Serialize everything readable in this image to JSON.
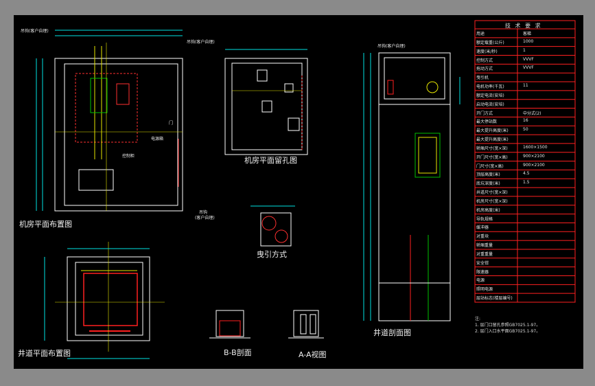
{
  "colors": {
    "background": "#000000",
    "frame": "#8a8a8a",
    "wall": "#ffffff",
    "dimension": "#00e5e5",
    "machine": "#e8e800",
    "hole": "#ff3030",
    "car": "#ff2020",
    "guide": "#00c000"
  },
  "titles": {
    "machine_room_layout": "机房平面布置图",
    "machine_room_holes": "机房平面留孔图",
    "hoistway_plan": "井道平面布置图",
    "hoistway_section": "井道剖面图",
    "traction_method": "曳引方式",
    "section_bb": "B-B剖面",
    "view_aa": "A-A视图"
  },
  "small_labels": {
    "hook1": "吊钩(客户自理)",
    "hook2": "吊钩(客户自理)",
    "door": "门",
    "controller": "控制柜",
    "switch": "电源箱",
    "hook3": "吊钩",
    "anchor": "(客户自理)",
    "hook_label_right": "吊钩(客户自理)"
  },
  "tech_table": {
    "title": "技 术 要 求",
    "rows": [
      {
        "label": "用途",
        "value": "客梯"
      },
      {
        "label": "额定载重(公斤)",
        "value": "1000"
      },
      {
        "label": "速度(米/秒)",
        "value": "1"
      },
      {
        "label": "控制方式",
        "value": "VVVF"
      },
      {
        "label": "拖动方式",
        "value": "VVVF"
      },
      {
        "label": "曳引机",
        "value": ""
      },
      {
        "label": "电机功率(千瓦)",
        "value": "11"
      },
      {
        "label": "额定电流(安培)",
        "value": ""
      },
      {
        "label": "启动电流(安培)",
        "value": ""
      },
      {
        "label": "开门方式",
        "value": "中分式(2)"
      },
      {
        "label": "最大停站数",
        "value": "16"
      },
      {
        "label": "最大提升高度(米)",
        "value": "50"
      },
      {
        "label": "最大提升高度(米)",
        "value": ""
      },
      {
        "label": "轿厢尺寸(宽×深)",
        "value": "1600×1500"
      },
      {
        "label": "开门尺寸(宽×高)",
        "value": "900×2100"
      },
      {
        "label": "门尺寸(宽×高)",
        "value": "900×2100"
      },
      {
        "label": "顶层高度(米)",
        "value": "4.5"
      },
      {
        "label": "底坑深度(米)",
        "value": "1.5"
      },
      {
        "label": "井道尺寸(宽×深)",
        "value": ""
      },
      {
        "label": "机房尺寸(宽×深)",
        "value": ""
      },
      {
        "label": "机房高度(米)",
        "value": ""
      },
      {
        "label": "导轨规格",
        "value": ""
      },
      {
        "label": "缓冲器",
        "value": ""
      },
      {
        "label": "对重块",
        "value": ""
      },
      {
        "label": "轿厢重量",
        "value": ""
      },
      {
        "label": "对重重量",
        "value": ""
      },
      {
        "label": "安全钳",
        "value": ""
      },
      {
        "label": "限速器",
        "value": ""
      },
      {
        "label": "电源",
        "value": ""
      },
      {
        "label": "照明电源",
        "value": ""
      },
      {
        "label": "层站标志(楼层编号)",
        "value": ""
      }
    ]
  },
  "notes": {
    "header": "注:",
    "line1": "1. 层门口留孔参照GB7025.1-97。",
    "line2": "2. 层门入口水平面GB7025.1-97。"
  }
}
